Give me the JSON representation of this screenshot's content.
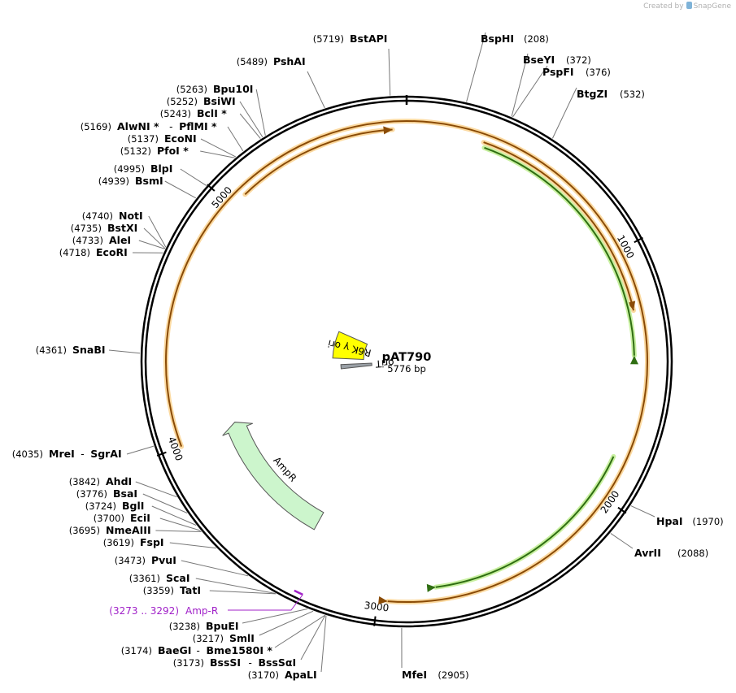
{
  "credit": {
    "prefix": "Created by",
    "brand": "SnapGene"
  },
  "plasmid": {
    "name": "pAT790",
    "size_label": "5776 bp",
    "length": 5776
  },
  "ticks": [
    {
      "pos": 1000,
      "label": "1000"
    },
    {
      "pos": 2000,
      "label": "2000"
    },
    {
      "pos": 3000,
      "label": "3000"
    },
    {
      "pos": 4000,
      "label": "4000"
    },
    {
      "pos": 5000,
      "label": "5000"
    }
  ],
  "enzymes": [
    {
      "name": "BstAPI",
      "pos": "(5719)",
      "site": 5719,
      "side": "left"
    },
    {
      "name": "PshAI",
      "pos": "(5489)",
      "site": 5489,
      "side": "left"
    },
    {
      "name": "Bpu10I",
      "pos": "(5263)",
      "site": 5263,
      "side": "left"
    },
    {
      "name": "BsiWI",
      "pos": "(5252)",
      "site": 5252,
      "side": "left"
    },
    {
      "name": "BclI *",
      "pos": "(5243)",
      "site": 5243,
      "side": "left"
    },
    {
      "name": "AlwNI *",
      "name2": "PflMI *",
      "pos": "(5169)",
      "site": 5169,
      "side": "left"
    },
    {
      "name": "EcoNI",
      "pos": "(5137)",
      "site": 5137,
      "side": "left"
    },
    {
      "name": "PfoI *",
      "pos": "(5132)",
      "site": 5132,
      "side": "left"
    },
    {
      "name": "BlpI",
      "pos": "(4995)",
      "site": 4995,
      "side": "left"
    },
    {
      "name": "BsmI",
      "pos": "(4939)",
      "site": 4939,
      "side": "left"
    },
    {
      "name": "NotI",
      "pos": "(4740)",
      "site": 4740,
      "side": "left"
    },
    {
      "name": "BstXI",
      "pos": "(4735)",
      "site": 4735,
      "side": "left"
    },
    {
      "name": "AleI",
      "pos": "(4733)",
      "site": 4733,
      "side": "left"
    },
    {
      "name": "EcoRI",
      "pos": "(4718)",
      "site": 4718,
      "side": "left"
    },
    {
      "name": "SnaBI",
      "pos": "(4361)",
      "site": 4361,
      "side": "left"
    },
    {
      "name": "MreI",
      "name2": "SgrAI",
      "pos": "(4035)",
      "site": 4035,
      "side": "left"
    },
    {
      "name": "AhdI",
      "pos": "(3842)",
      "site": 3842,
      "side": "left"
    },
    {
      "name": "BsaI",
      "pos": "(3776)",
      "site": 3776,
      "side": "left"
    },
    {
      "name": "BglI",
      "pos": "(3724)",
      "site": 3724,
      "side": "left"
    },
    {
      "name": "EciI",
      "pos": "(3700)",
      "site": 3700,
      "side": "left"
    },
    {
      "name": "NmeAIII",
      "pos": "(3695)",
      "site": 3695,
      "side": "left"
    },
    {
      "name": "FspI",
      "pos": "(3619)",
      "site": 3619,
      "side": "left"
    },
    {
      "name": "PvuI",
      "pos": "(3473)",
      "site": 3473,
      "side": "left"
    },
    {
      "name": "ScaI",
      "pos": "(3361)",
      "site": 3361,
      "side": "left"
    },
    {
      "name": "TatI",
      "pos": "(3359)",
      "site": 3359,
      "side": "left"
    },
    {
      "name": "BpuEI",
      "pos": "(3238)",
      "site": 3238,
      "side": "left"
    },
    {
      "name": "SmlI",
      "pos": "(3217)",
      "site": 3217,
      "side": "left"
    },
    {
      "name": "BaeGI",
      "name2": "Bme1580I *",
      "pos": "(3174)",
      "site": 3174,
      "side": "left"
    },
    {
      "name": "BssSI",
      "name2": "BssSαI",
      "pos": "(3173)",
      "site": 3173,
      "side": "left"
    },
    {
      "name": "ApaLI",
      "pos": "(3170)",
      "site": 3170,
      "side": "left"
    },
    {
      "name": "BspHI",
      "pos": "(208)",
      "site": 208,
      "side": "right"
    },
    {
      "name": "BseYI",
      "pos": "(372)",
      "site": 372,
      "side": "right"
    },
    {
      "name": "PspFI",
      "pos": "(376)",
      "site": 376,
      "side": "right"
    },
    {
      "name": "BtgZI",
      "pos": "(532)",
      "site": 532,
      "side": "right"
    },
    {
      "name": "HpaI",
      "pos": "(1970)",
      "site": 1970,
      "side": "right"
    },
    {
      "name": "AvrII",
      "pos": "(2088)",
      "site": 2088,
      "side": "right"
    },
    {
      "name": "MfeI",
      "pos": "(2905)",
      "site": 2905,
      "side": "right"
    }
  ],
  "features": [
    {
      "label": "R6K γ ori",
      "start": 4375,
      "end": 4715,
      "color": "#ffff00",
      "kind": "box"
    },
    {
      "label": "oriT",
      "start": 4230,
      "end": 4290,
      "color": "#9aa0a6",
      "kind": "box"
    },
    {
      "label": "AmpR",
      "start": 3350,
      "end": 3980,
      "color": "#ccf5cc",
      "kind": "arrow",
      "direction": "reverse"
    }
  ],
  "orfs": [
    {
      "start": 5070,
      "end": 5720,
      "direction": "forward",
      "color": "#e8a33c"
    },
    {
      "start": 2960,
      "end": 4000,
      "direction": "reverse",
      "color": "#e8a33c"
    },
    {
      "start": 310,
      "end": 1240,
      "direction": "forward",
      "color": "#e8a33c"
    },
    {
      "start": 1420,
      "end": 320,
      "direction": "reverse",
      "color": "#5aa632"
    },
    {
      "start": 2770,
      "end": 1840,
      "direction": "reverse",
      "color": "#5aa632"
    }
  ],
  "primers": [
    {
      "label": "Amp-R",
      "pos": "(3273 .. 3292)",
      "start": 3273,
      "end": 3292,
      "color": "#a020c8"
    }
  ]
}
